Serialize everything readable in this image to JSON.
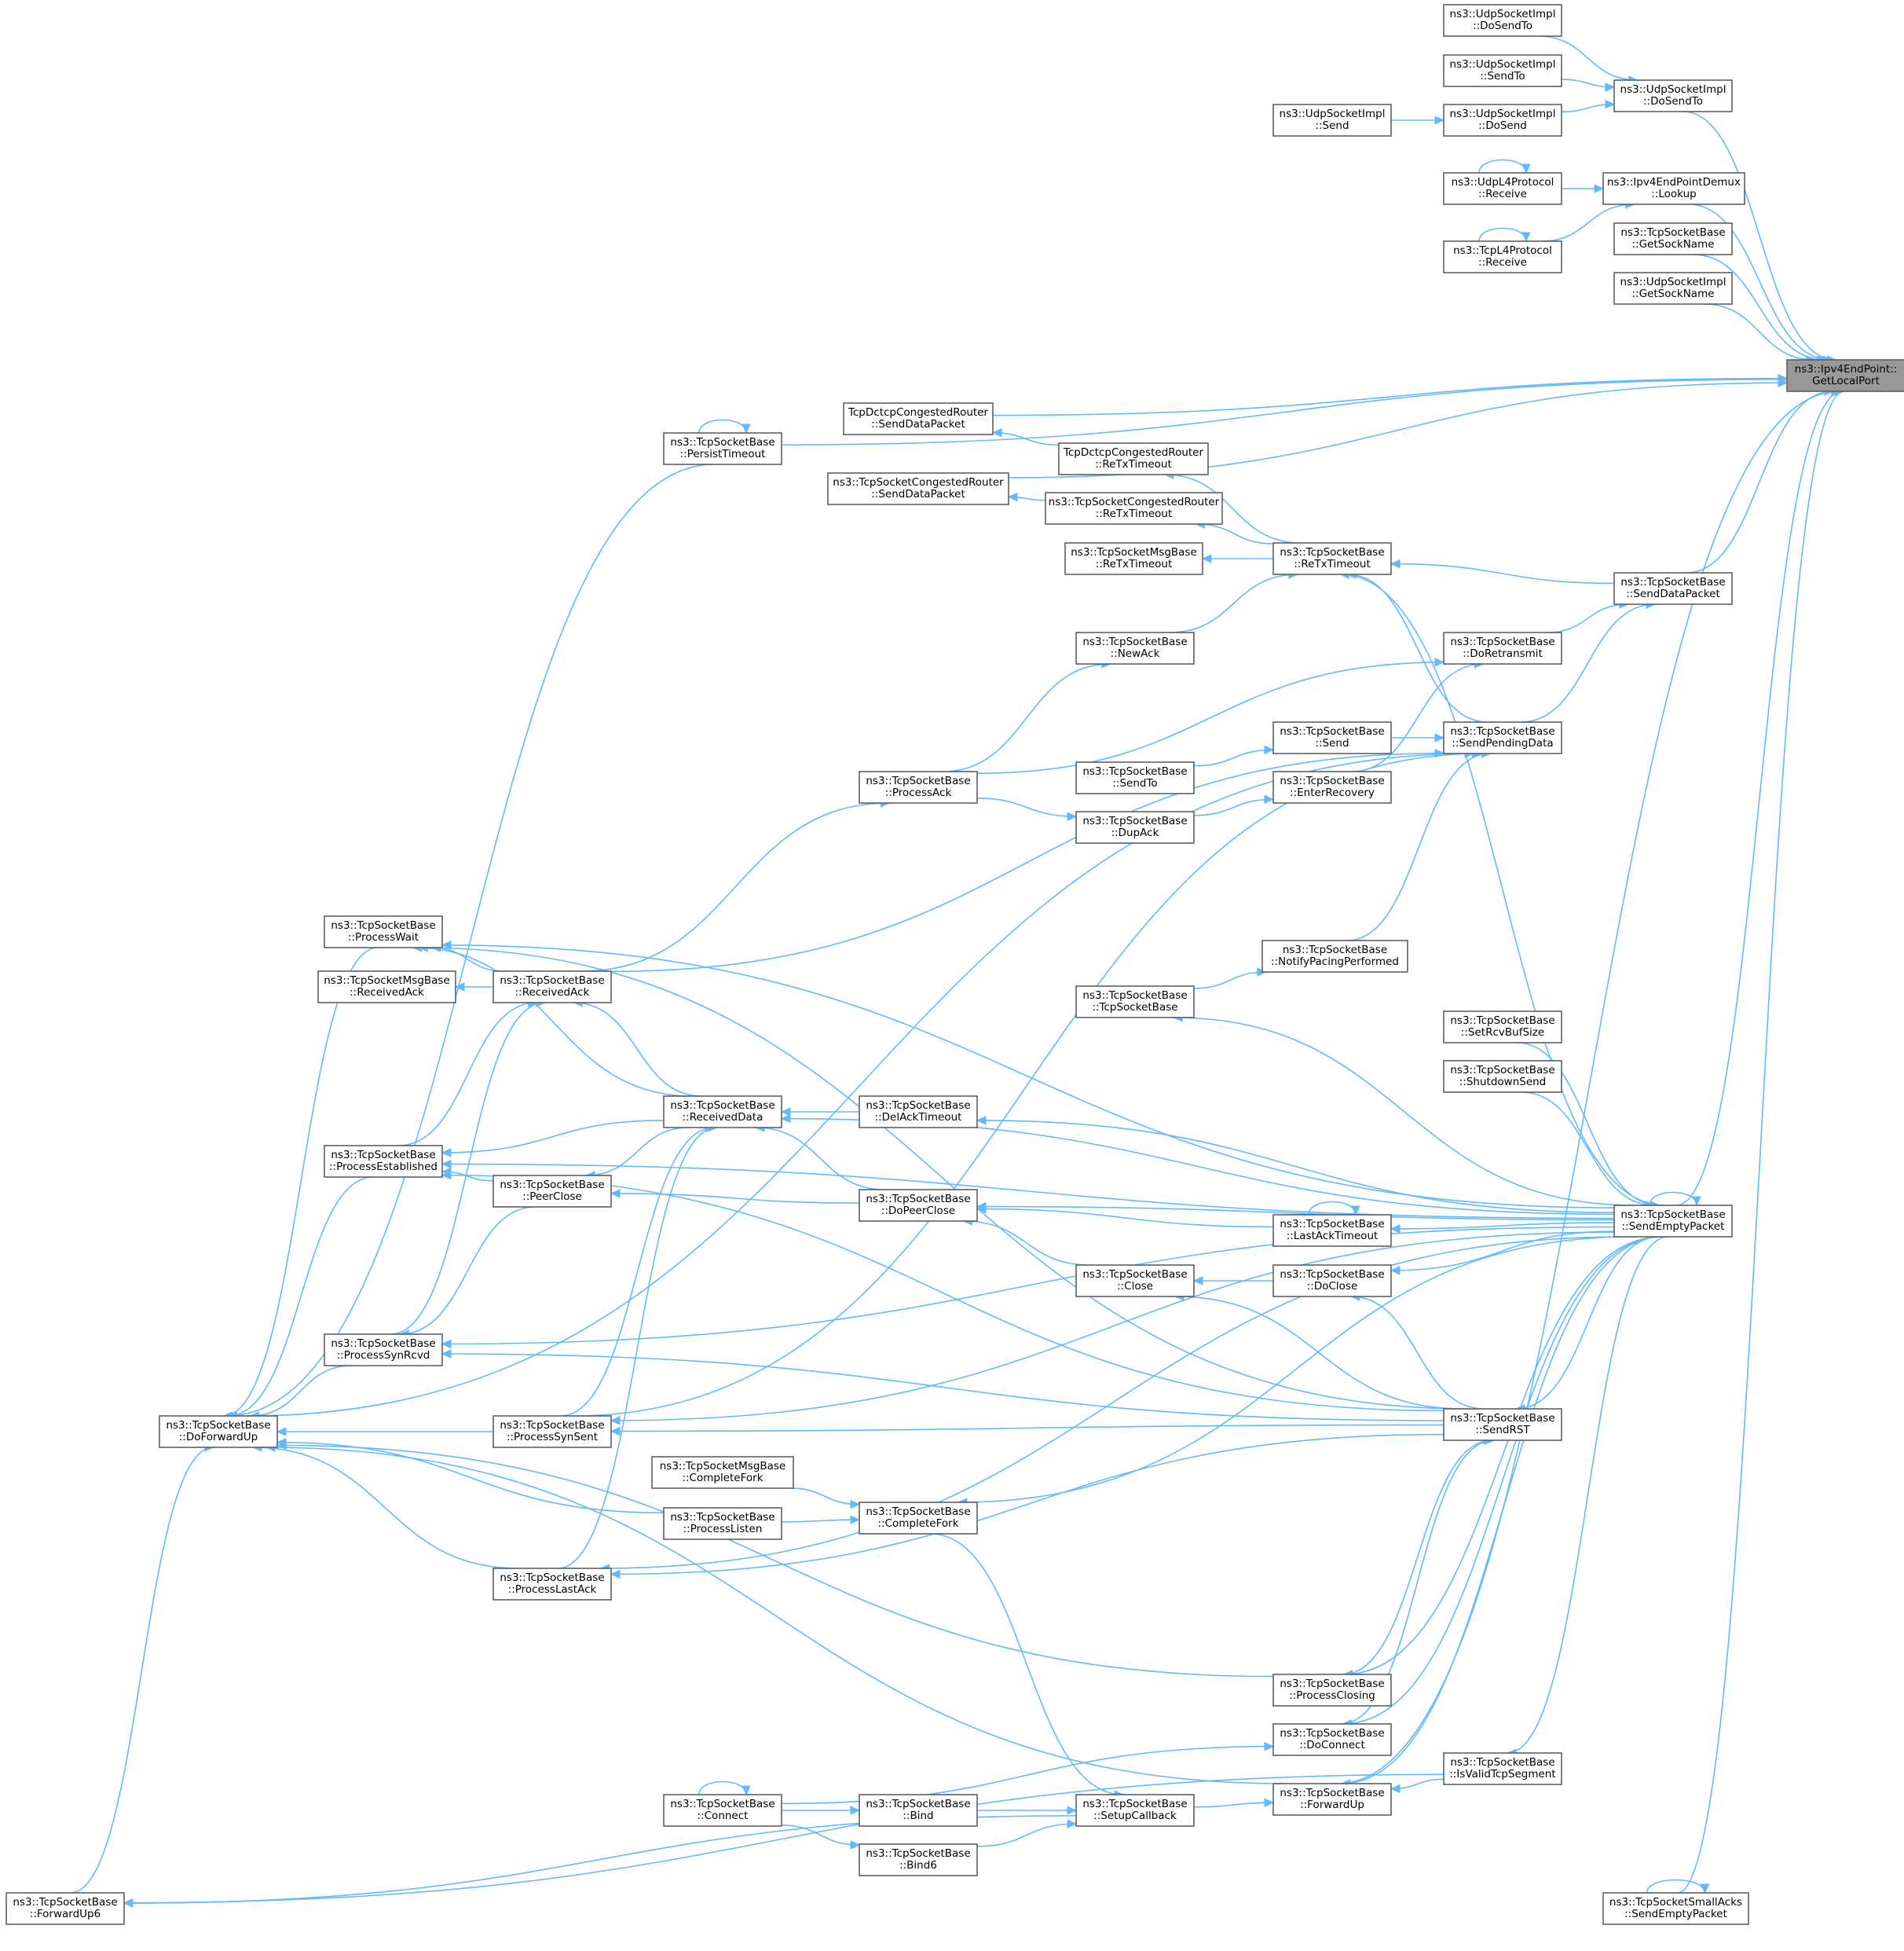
{
  "diagram": {
    "colors": {
      "edge": "#63b8ff",
      "node_border": "#5f5f5f",
      "root_fill": "#999999",
      "node_fill": "#ffffff"
    },
    "nodes": [
      {
        "id": "root",
        "lines": [
          "ns3::Ipv4EndPoint::",
          "GetLocalPort"
        ],
        "root": true
      },
      {
        "id": "udp_dosendto_a",
        "lines": [
          "ns3::UdpSocketImpl",
          "::DoSendTo"
        ]
      },
      {
        "id": "udp_sendto",
        "lines": [
          "ns3::UdpSocketImpl",
          "::SendTo"
        ]
      },
      {
        "id": "udp_dosend",
        "lines": [
          "ns3::UdpSocketImpl",
          "::DoSend"
        ]
      },
      {
        "id": "udp_send",
        "lines": [
          "ns3::UdpSocketImpl",
          "::Send"
        ]
      },
      {
        "id": "udp_dosendto_b",
        "lines": [
          "ns3::UdpSocketImpl",
          "::DoSendTo"
        ]
      },
      {
        "id": "udpl4_receive",
        "lines": [
          "ns3::UdpL4Protocol",
          "::Receive"
        ]
      },
      {
        "id": "tcpl4_receive",
        "lines": [
          "ns3::TcpL4Protocol",
          "::Receive"
        ]
      },
      {
        "id": "ipv4_lookup",
        "lines": [
          "ns3::Ipv4EndPointDemux",
          "::Lookup"
        ]
      },
      {
        "id": "tcp_getsockname",
        "lines": [
          "ns3::TcpSocketBase",
          "::GetSockName"
        ]
      },
      {
        "id": "udp_getsockname",
        "lines": [
          "ns3::UdpSocketImpl",
          "::GetSockName"
        ]
      },
      {
        "id": "dctcp_senddata",
        "lines": [
          "TcpDctcpCongestedRouter",
          "::SendDataPacket"
        ]
      },
      {
        "id": "persist_timeout",
        "lines": [
          "ns3::TcpSocketBase",
          "::PersistTimeout"
        ]
      },
      {
        "id": "dctcp_retx",
        "lines": [
          "TcpDctcpCongestedRouter",
          "::ReTxTimeout"
        ]
      },
      {
        "id": "cong_senddata",
        "lines": [
          "ns3::TcpSocketCongestedRouter",
          "::SendDataPacket"
        ]
      },
      {
        "id": "cong_retx",
        "lines": [
          "ns3::TcpSocketCongestedRouter",
          "::ReTxTimeout"
        ]
      },
      {
        "id": "msg_retx",
        "lines": [
          "ns3::TcpSocketMsgBase",
          "::ReTxTimeout"
        ]
      },
      {
        "id": "tcp_retx",
        "lines": [
          "ns3::TcpSocketBase",
          "::ReTxTimeout"
        ]
      },
      {
        "id": "tcp_senddatapacket",
        "lines": [
          "ns3::TcpSocketBase",
          "::SendDataPacket"
        ]
      },
      {
        "id": "new_ack",
        "lines": [
          "ns3::TcpSocketBase",
          "::NewAck"
        ]
      },
      {
        "id": "do_retransmit",
        "lines": [
          "ns3::TcpSocketBase",
          "::DoRetransmit"
        ]
      },
      {
        "id": "tcp_send",
        "lines": [
          "ns3::TcpSocketBase",
          "::Send"
        ]
      },
      {
        "id": "send_pending",
        "lines": [
          "ns3::TcpSocketBase",
          "::SendPendingData"
        ]
      },
      {
        "id": "tcp_sendto",
        "lines": [
          "ns3::TcpSocketBase",
          "::SendTo"
        ]
      },
      {
        "id": "enter_recovery",
        "lines": [
          "ns3::TcpSocketBase",
          "::EnterRecovery"
        ]
      },
      {
        "id": "process_ack",
        "lines": [
          "ns3::TcpSocketBase",
          "::ProcessAck"
        ]
      },
      {
        "id": "dup_ack",
        "lines": [
          "ns3::TcpSocketBase",
          "::DupAck"
        ]
      },
      {
        "id": "process_wait",
        "lines": [
          "ns3::TcpSocketBase",
          "::ProcessWait"
        ]
      },
      {
        "id": "msg_receivedack",
        "lines": [
          "ns3::TcpSocketMsgBase",
          "::ReceivedAck"
        ]
      },
      {
        "id": "received_ack",
        "lines": [
          "ns3::TcpSocketBase",
          "::ReceivedAck"
        ]
      },
      {
        "id": "notify_pacing",
        "lines": [
          "ns3::TcpSocketBase",
          "::NotifyPacingPerformed"
        ]
      },
      {
        "id": "tcp_ctor",
        "lines": [
          "ns3::TcpSocketBase",
          "::TcpSocketBase"
        ]
      },
      {
        "id": "set_rcvbuf",
        "lines": [
          "ns3::TcpSocketBase",
          "::SetRcvBufSize"
        ]
      },
      {
        "id": "shutdown_send",
        "lines": [
          "ns3::TcpSocketBase",
          "::ShutdownSend"
        ]
      },
      {
        "id": "received_data",
        "lines": [
          "ns3::TcpSocketBase",
          "::ReceivedData"
        ]
      },
      {
        "id": "delack_timeout",
        "lines": [
          "ns3::TcpSocketBase",
          "::DelAckTimeout"
        ]
      },
      {
        "id": "process_established",
        "lines": [
          "ns3::TcpSocketBase",
          "::ProcessEstablished"
        ]
      },
      {
        "id": "peer_close",
        "lines": [
          "ns3::TcpSocketBase",
          "::PeerClose"
        ]
      },
      {
        "id": "do_peer_close",
        "lines": [
          "ns3::TcpSocketBase",
          "::DoPeerClose"
        ]
      },
      {
        "id": "send_empty",
        "lines": [
          "ns3::TcpSocketBase",
          "::SendEmptyPacket"
        ]
      },
      {
        "id": "lastack_timeout",
        "lines": [
          "ns3::TcpSocketBase",
          "::LastAckTimeout"
        ]
      },
      {
        "id": "tcp_close",
        "lines": [
          "ns3::TcpSocketBase",
          "::Close"
        ]
      },
      {
        "id": "do_close",
        "lines": [
          "ns3::TcpSocketBase",
          "::DoClose"
        ]
      },
      {
        "id": "process_synrcvd",
        "lines": [
          "ns3::TcpSocketBase",
          "::ProcessSynRcvd"
        ]
      },
      {
        "id": "do_forward_up",
        "lines": [
          "ns3::TcpSocketBase",
          "::DoForwardUp"
        ]
      },
      {
        "id": "process_synsent",
        "lines": [
          "ns3::TcpSocketBase",
          "::ProcessSynSent"
        ]
      },
      {
        "id": "send_rst",
        "lines": [
          "ns3::TcpSocketBase",
          "::SendRST"
        ]
      },
      {
        "id": "msg_completefork",
        "lines": [
          "ns3::TcpSocketMsgBase",
          "::CompleteFork"
        ]
      },
      {
        "id": "process_listen",
        "lines": [
          "ns3::TcpSocketBase",
          "::ProcessListen"
        ]
      },
      {
        "id": "complete_fork",
        "lines": [
          "ns3::TcpSocketBase",
          "::CompleteFork"
        ]
      },
      {
        "id": "process_lastack",
        "lines": [
          "ns3::TcpSocketBase",
          "::ProcessLastAck"
        ]
      },
      {
        "id": "process_closing",
        "lines": [
          "ns3::TcpSocketBase",
          "::ProcessClosing"
        ]
      },
      {
        "id": "do_connect",
        "lines": [
          "ns3::TcpSocketBase",
          "::DoConnect"
        ]
      },
      {
        "id": "is_valid_seg",
        "lines": [
          "ns3::TcpSocketBase",
          "::IsValidTcpSegment"
        ]
      },
      {
        "id": "tcp_connect",
        "lines": [
          "ns3::TcpSocketBase",
          "::Connect"
        ]
      },
      {
        "id": "tcp_bind",
        "lines": [
          "ns3::TcpSocketBase",
          "::Bind"
        ]
      },
      {
        "id": "setup_callback",
        "lines": [
          "ns3::TcpSocketBase",
          "::SetupCallback"
        ]
      },
      {
        "id": "forward_up",
        "lines": [
          "ns3::TcpSocketBase",
          "::ForwardUp"
        ]
      },
      {
        "id": "tcp_bind6",
        "lines": [
          "ns3::TcpSocketBase",
          "::Bind6"
        ]
      },
      {
        "id": "forward_up6",
        "lines": [
          "ns3::TcpSocketBase",
          "::ForwardUp6"
        ]
      },
      {
        "id": "smallacks_send",
        "lines": [
          "ns3::TcpSocketSmallAcks",
          "::SendEmptyPacket"
        ]
      }
    ],
    "edges": [
      [
        "udp_dosendto_a",
        "udp_dosendto_b"
      ],
      [
        "udp_sendto",
        "udp_dosendto_b"
      ],
      [
        "udp_dosend",
        "udp_dosendto_b"
      ],
      [
        "udp_send",
        "udp_dosend"
      ],
      [
        "udp_dosendto_b",
        "root"
      ],
      [
        "udpl4_receive",
        "ipv4_lookup"
      ],
      [
        "tcpl4_receive",
        "ipv4_lookup"
      ],
      [
        "ipv4_lookup",
        "root"
      ],
      [
        "udpl4_receive",
        "udpl4_receive"
      ],
      [
        "tcpl4_receive",
        "tcpl4_receive"
      ],
      [
        "tcp_getsockname",
        "root"
      ],
      [
        "udp_getsockname",
        "root"
      ],
      [
        "persist_timeout",
        "root"
      ],
      [
        "persist_timeout",
        "persist_timeout"
      ],
      [
        "dctcp_senddata",
        "root"
      ],
      [
        "cong_senddata",
        "root"
      ],
      [
        "dctcp_retx",
        "dctcp_senddata"
      ],
      [
        "cong_retx",
        "cong_senddata"
      ],
      [
        "tcp_retx",
        "dctcp_retx"
      ],
      [
        "tcp_retx",
        "cong_retx"
      ],
      [
        "tcp_retx",
        "msg_retx"
      ],
      [
        "tcp_senddatapacket",
        "tcp_retx"
      ],
      [
        "tcp_senddatapacket",
        "root"
      ],
      [
        "new_ack",
        "tcp_retx"
      ],
      [
        "send_pending",
        "tcp_retx"
      ],
      [
        "do_retransmit",
        "tcp_senddatapacket"
      ],
      [
        "send_pending",
        "tcp_senddatapacket"
      ],
      [
        "enter_recovery",
        "do_retransmit"
      ],
      [
        "process_ack",
        "do_retransmit"
      ],
      [
        "tcp_send",
        "send_pending"
      ],
      [
        "tcp_sendto",
        "tcp_send"
      ],
      [
        "dup_ack",
        "enter_recovery"
      ],
      [
        "process_ack",
        "dup_ack"
      ],
      [
        "process_ack",
        "new_ack"
      ],
      [
        "received_ack",
        "process_ack"
      ],
      [
        "received_ack",
        "send_pending"
      ],
      [
        "notify_pacing",
        "send_pending"
      ],
      [
        "tcp_ctor",
        "notify_pacing"
      ],
      [
        "process_synsent",
        "send_pending"
      ],
      [
        "do_forward_up",
        "send_pending"
      ],
      [
        "received_ack",
        "process_wait"
      ],
      [
        "received_ack",
        "msg_receivedack"
      ],
      [
        "process_established",
        "received_ack"
      ],
      [
        "process_synrcvd",
        "received_ack"
      ],
      [
        "received_data",
        "received_ack"
      ],
      [
        "received_data",
        "process_wait"
      ],
      [
        "received_data",
        "process_established"
      ],
      [
        "received_data",
        "peer_close"
      ],
      [
        "process_synsent",
        "received_data"
      ],
      [
        "process_lastack",
        "received_data"
      ],
      [
        "delack_timeout",
        "received_data"
      ],
      [
        "do_peer_close",
        "received_data"
      ],
      [
        "do_peer_close",
        "peer_close"
      ],
      [
        "peer_close",
        "process_established"
      ],
      [
        "peer_close",
        "process_synrcvd"
      ],
      [
        "lastack_timeout",
        "do_peer_close"
      ],
      [
        "lastack_timeout",
        "lastack_timeout"
      ],
      [
        "tcp_close",
        "do_peer_close"
      ],
      [
        "do_close",
        "tcp_close"
      ],
      [
        "send_empty",
        "root"
      ],
      [
        "send_empty",
        "send_empty"
      ],
      [
        "send_empty",
        "tcp_retx"
      ],
      [
        "send_empty",
        "process_wait"
      ],
      [
        "send_empty",
        "tcp_ctor"
      ],
      [
        "set_rcvbuf",
        "send_empty"
      ],
      [
        "shutdown_send",
        "send_empty"
      ],
      [
        "send_empty",
        "process_established"
      ],
      [
        "send_empty",
        "delack_timeout"
      ],
      [
        "send_empty",
        "received_data"
      ],
      [
        "send_empty",
        "do_peer_close"
      ],
      [
        "send_empty",
        "lastack_timeout"
      ],
      [
        "send_empty",
        "do_close"
      ],
      [
        "send_empty",
        "process_synrcvd"
      ],
      [
        "send_empty",
        "send_rst"
      ],
      [
        "send_empty",
        "complete_fork"
      ],
      [
        "send_empty",
        "process_synsent"
      ],
      [
        "send_empty",
        "process_lastack"
      ],
      [
        "send_empty",
        "process_closing"
      ],
      [
        "send_empty",
        "do_connect"
      ],
      [
        "send_empty",
        "is_valid_seg"
      ],
      [
        "send_empty",
        "forward_up"
      ],
      [
        "send_rst",
        "process_wait"
      ],
      [
        "send_rst",
        "tcp_close"
      ],
      [
        "send_rst",
        "do_close"
      ],
      [
        "send_rst",
        "process_established"
      ],
      [
        "send_rst",
        "process_synrcvd"
      ],
      [
        "send_rst",
        "process_synsent"
      ],
      [
        "send_rst",
        "process_lastack"
      ],
      [
        "process_closing",
        "send_rst"
      ],
      [
        "do_connect",
        "send_rst"
      ],
      [
        "process_wait",
        "do_forward_up"
      ],
      [
        "process_established",
        "do_forward_up"
      ],
      [
        "process_synrcvd",
        "do_forward_up"
      ],
      [
        "process_synsent",
        "do_forward_up"
      ],
      [
        "process_listen",
        "do_forward_up"
      ],
      [
        "process_lastack",
        "do_forward_up"
      ],
      [
        "process_closing",
        "do_forward_up"
      ],
      [
        "forward_up",
        "do_forward_up"
      ],
      [
        "persist_timeout",
        "do_forward_up"
      ],
      [
        "forward_up6",
        "do_forward_up"
      ],
      [
        "msg_completefork",
        "complete_fork"
      ],
      [
        "process_listen",
        "complete_fork"
      ],
      [
        "complete_fork",
        "setup_callback"
      ],
      [
        "tcp_bind",
        "setup_callback"
      ],
      [
        "tcp_bind6",
        "setup_callback"
      ],
      [
        "setup_callback",
        "forward_up"
      ],
      [
        "setup_callback",
        "forward_up6"
      ],
      [
        "tcp_connect",
        "tcp_bind"
      ],
      [
        "tcp_connect",
        "tcp_bind6"
      ],
      [
        "tcp_connect",
        "tcp_connect"
      ],
      [
        "tcp_connect",
        "do_connect"
      ],
      [
        "is_valid_seg",
        "forward_up"
      ],
      [
        "is_valid_seg",
        "forward_up6"
      ],
      [
        "forward_up",
        "root"
      ],
      [
        "smallacks_send",
        "root"
      ],
      [
        "smallacks_send",
        "smallacks_send"
      ]
    ]
  }
}
